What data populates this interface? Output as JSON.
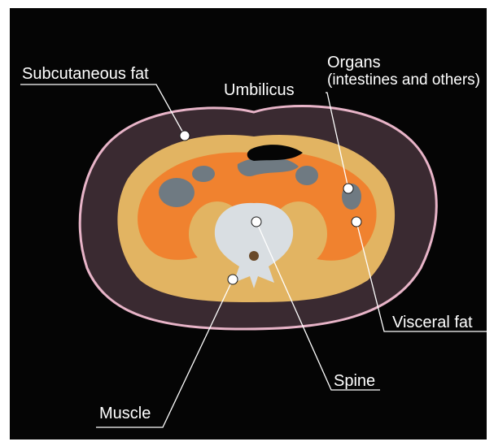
{
  "labels": {
    "subcutaneous_fat": "Subcutaneous fat",
    "umbilicus": "Umbilicus",
    "organs_title": "Organs",
    "organs_detail": "(intestines and others)",
    "visceral_fat": "Visceral fat",
    "spine": "Spine",
    "muscle": "Muscle"
  },
  "colors": {
    "background": "#050505",
    "subcutaneous_fat": "#3a2a31",
    "skin_outline": "#e8b4c8",
    "visceral_fat": "#f0822f",
    "muscle": "#e2b462",
    "spine": "#d9dee2",
    "organs": "#6f7a82",
    "leader_lines": "#ffffff"
  }
}
